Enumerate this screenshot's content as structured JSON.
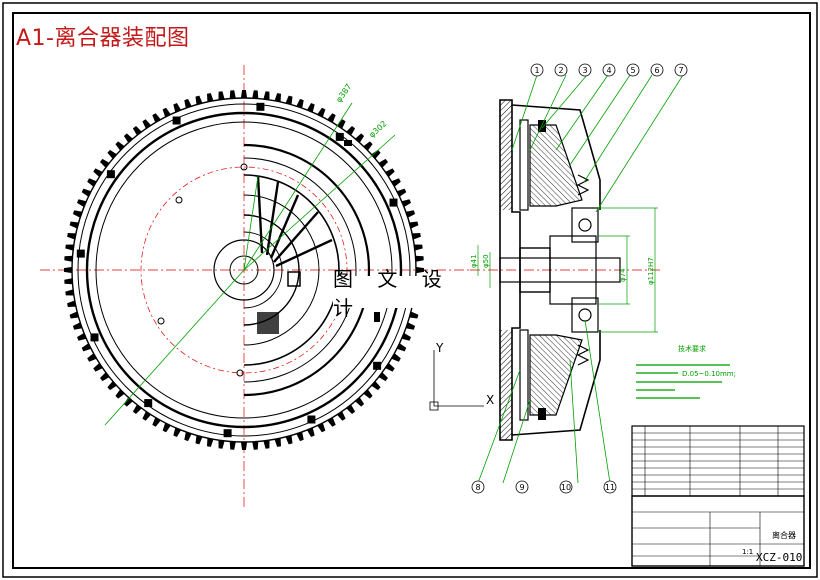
{
  "title": "A1-离合器装配图",
  "watermark": "图 文 设 计",
  "drawing_number": "XCZ-010",
  "balloons_top": [
    "1",
    "2",
    "3",
    "4",
    "5",
    "6",
    "7"
  ],
  "balloons_bottom": [
    "8",
    "9",
    "10",
    "11"
  ],
  "axis": {
    "y_label": "Y",
    "x_label": "X"
  },
  "dimensions": {
    "dia_outer": "φ387",
    "dia_pitch": "φ302",
    "dia_left_1": "φ41",
    "dia_left_2": "φ50",
    "dia_bore": "φ74",
    "dia_bearing": "φ112H7"
  },
  "notes_heading": "技术要求",
  "notes_tolerance": "D.05~0.10mm;",
  "scale": "1:1",
  "title_block_name": "离合器",
  "colors": {
    "frame": "#000000",
    "geometry": "#000000",
    "leader": "#00a000",
    "centerline": "#e00000",
    "title": "#c21a1a",
    "notes": "#00a000"
  }
}
